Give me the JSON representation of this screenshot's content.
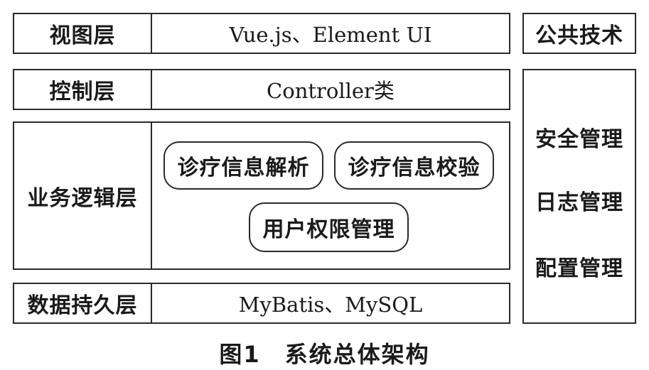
{
  "layers": {
    "view": {
      "label": "视图层",
      "content": "Vue.js、Element UI"
    },
    "control": {
      "label": "控制层",
      "content": "Controller类"
    },
    "business": {
      "label": "业务逻辑层",
      "modules": [
        "诊疗信息解析",
        "诊疗信息校验",
        "用户权限管理"
      ]
    },
    "data": {
      "label": "数据持久层",
      "content": "MyBatis、MySQL"
    }
  },
  "common": {
    "title": "公共技术",
    "items": [
      "安全管理",
      "日志管理",
      "配置管理"
    ]
  },
  "caption": "图1　系统总体架构"
}
